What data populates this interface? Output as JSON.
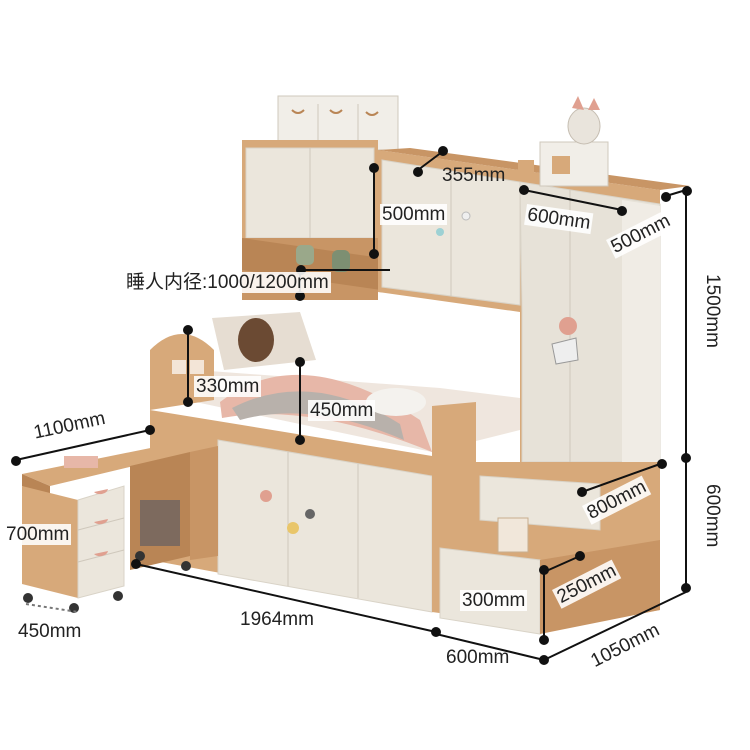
{
  "colors": {
    "wood": "#d7a97a",
    "wood_dark": "#b98555",
    "panel": "#ebe6dc",
    "panel_shade": "#d9d3c7",
    "line": "#111111",
    "mattress": "#efe6de",
    "bedding_pink": "#e7b7a8",
    "bedding_grey": "#b8b1ab"
  },
  "icons": [
    "drawer-knob-icon",
    "plush-toy-icon",
    "dimension-dot-icon"
  ],
  "dimensions": {
    "top_cabinet_depth": "355mm",
    "upper_cabinet_height": "500mm",
    "wardrobe_width": "600mm",
    "wardrobe_depth": "500mm",
    "overall_height": "1500mm",
    "sleeping_inner": "睡人内径:1000/1200mm",
    "rail_height": "330mm",
    "bed_height": "450mm",
    "desk_length": "1100mm",
    "drawer_height": "700mm",
    "drawer_width": "450mm",
    "bed_length": "1964mm",
    "step_depth": "800mm",
    "step_height": "250mm",
    "lower_height": "600mm",
    "step_width": "300mm",
    "base_width": "600mm",
    "total_depth": "1050mm"
  }
}
